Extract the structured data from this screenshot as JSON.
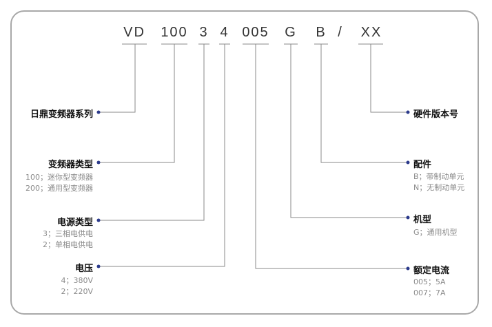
{
  "colors": {
    "line": "#888888",
    "dot": "#2b3a8c",
    "frame": "#a8a8a8"
  },
  "code_parts": [
    "VD",
    "100",
    "3",
    "4",
    "005",
    "G",
    "B",
    "/",
    "XX"
  ],
  "left": [
    {
      "title": "日鼎变频器系列",
      "lines": []
    },
    {
      "title": "变频器类型",
      "lines": [
        "100；迷你型变频器",
        "200；通用型变频器"
      ]
    },
    {
      "title": "电源类型",
      "lines": [
        "3；三相电供电",
        "2；单相电供电"
      ]
    },
    {
      "title": "电压",
      "lines": [
        "4；380V",
        "2；220V"
      ]
    }
  ],
  "right": [
    {
      "title": "硬件版本号",
      "lines": []
    },
    {
      "title": "配件",
      "lines": [
        "B；带制动单元",
        "N；无制动单元"
      ]
    },
    {
      "title": "机型",
      "lines": [
        "G；通用机型"
      ]
    },
    {
      "title": "额定电流",
      "lines": [
        "005；5A",
        "007；7A"
      ]
    }
  ]
}
